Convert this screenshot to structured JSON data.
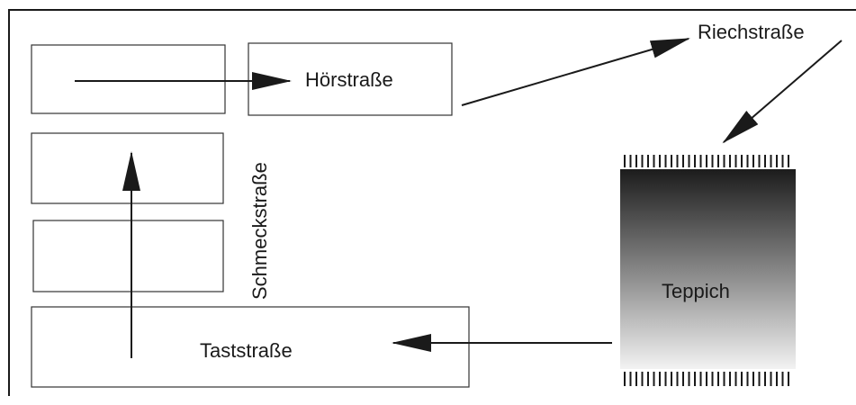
{
  "labels": {
    "hoerstrasse": "Hörstraße",
    "riechstrasse": "Riechstraße",
    "schmeckstrasse": "Schmeckstraße",
    "taststrasse": "Taststraße",
    "teppich": "Teppich"
  },
  "colors": {
    "line": "#1a1a1a",
    "box_border": "#333333",
    "carpet_top": "#1c1c1c",
    "carpet_bottom": "#f2f2f2",
    "background": "#ffffff"
  }
}
